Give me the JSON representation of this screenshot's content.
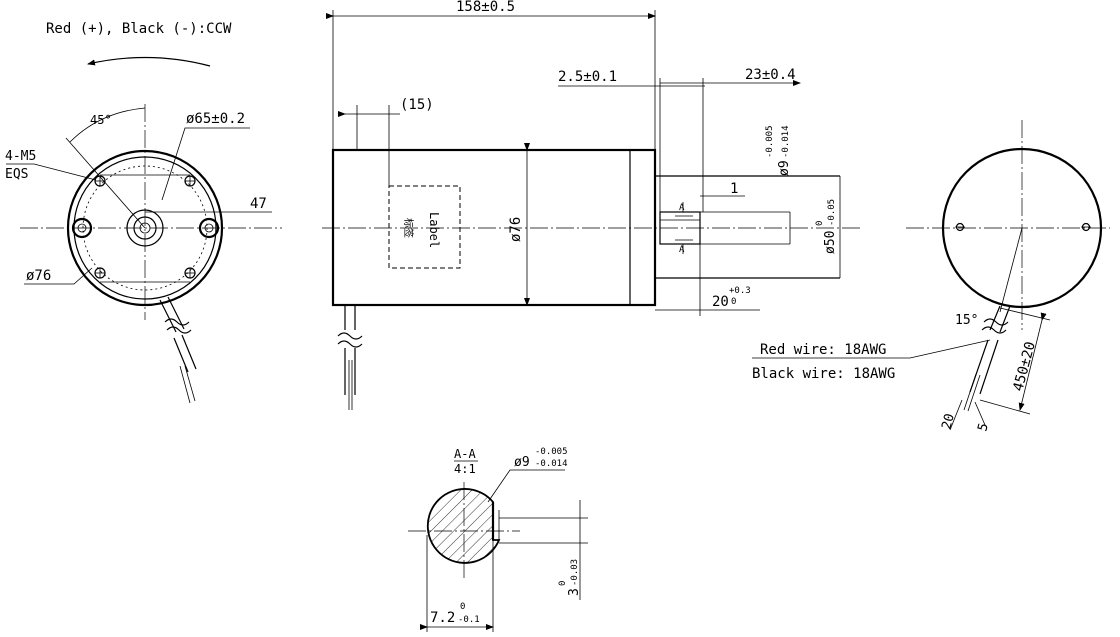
{
  "front_view": {
    "rotation_note": "Red (+), Black (-):CCW",
    "angle_45": "45°",
    "pcd": "ø65±0.2",
    "holes_line1": "4-M5",
    "holes_line2": "EQS",
    "dim_47": "47",
    "diameter_76": "ø76"
  },
  "side_view": {
    "overall_length": "158±0.5",
    "dim_15": "(15)",
    "shoulder": "2.5±0.1",
    "shaft_length": "23±0.4",
    "shaft_dia_main": "ø9",
    "shaft_dia_tol_upper": "-0.005",
    "shaft_dia_tol_lower": "-0.014",
    "flat_mark": "1",
    "pilot_dia_main": "ø50",
    "pilot_dia_tol_upper": "0",
    "pilot_dia_tol_lower": "-0.05",
    "flat_length_main": "20",
    "flat_length_tol_upper": "+0.3",
    "flat_length_tol_lower": "0",
    "body_diameter": "ø76",
    "label_text": "Label",
    "label_cn": "标签",
    "section_mark": "A"
  },
  "rear_view": {
    "angle_15": "15°",
    "wire_red": "Red wire: 18AWG",
    "wire_black": "Black wire: 18AWG",
    "lead_length": "450±20",
    "dim_20": "20",
    "dim_5": "5"
  },
  "section_view": {
    "title": "A-A",
    "scale": "4:1",
    "dia_main": "ø9",
    "dia_tol_upper": "-0.005",
    "dia_tol_lower": "-0.014",
    "flat_width_main": "7.2",
    "flat_width_tol_upper": "0",
    "flat_width_tol_lower": "-0.1",
    "flat_depth_main": "3",
    "flat_depth_tol_upper": "0",
    "flat_depth_tol_lower": "-0.03"
  }
}
